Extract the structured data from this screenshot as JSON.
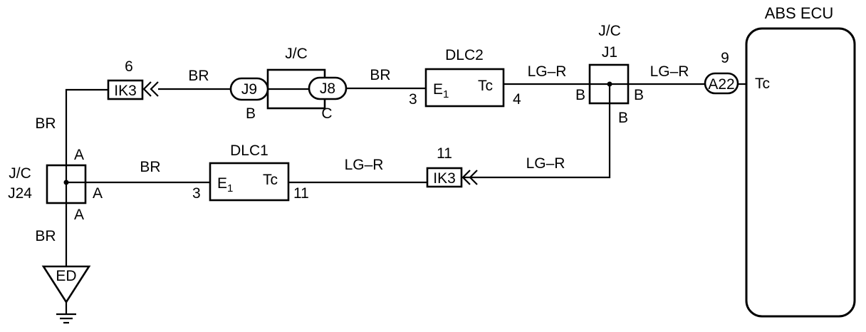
{
  "ecu": {
    "title": "ABS ECU",
    "pin_tc": "Tc",
    "connector": "A22",
    "pin_no": "9"
  },
  "junction_top": {
    "title": "J/C",
    "left_conn": "J9",
    "right_conn": "J8",
    "left_pin": "B",
    "right_pin": "C"
  },
  "junction_j1": {
    "title": "J/C",
    "name": "J1",
    "pin_left": "B",
    "pin_right": "B",
    "pin_bottom": "B"
  },
  "junction_j24": {
    "title": "J/C",
    "name": "J24",
    "pin_top": "A",
    "pin_right": "A",
    "pin_bottom": "A"
  },
  "dlc2": {
    "title": "DLC2",
    "e1": "E",
    "e1_sub": "1",
    "tc": "Tc",
    "pin_left": "3",
    "pin_right": "4"
  },
  "dlc1": {
    "title": "DLC1",
    "e1": "E",
    "e1_sub": "1",
    "tc": "Tc",
    "pin_left": "3",
    "pin_right": "11"
  },
  "connector_ik3_top": {
    "label": "IK3",
    "pin": "6"
  },
  "connector_ik3_bottom": {
    "label": "IK3",
    "pin": "11"
  },
  "ground": {
    "label": "ED"
  },
  "wires": {
    "w_ik3_j9": "BR",
    "w_j8_dlc2": "BR",
    "w_dlc2_j1": "LG–R",
    "w_j1_ecu": "LG–R",
    "w_j1_ik3": "LG–R",
    "w_dlc1_ik3": "LG–R",
    "w_j24_dlc1": "BR",
    "w_ik3_j24": "BR",
    "w_j24_ground": "BR"
  }
}
